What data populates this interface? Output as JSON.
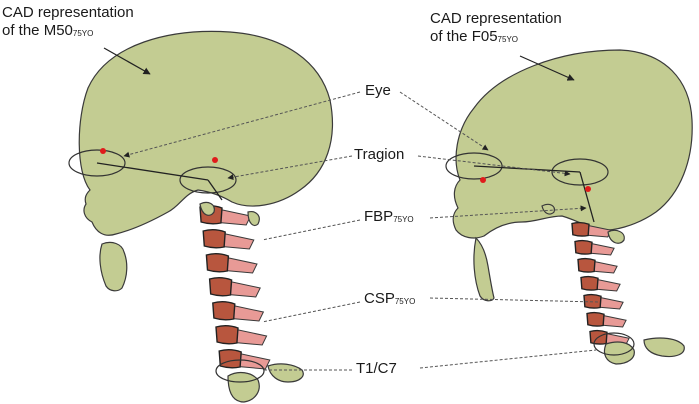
{
  "colors": {
    "skull_fill": "#c3cc92",
    "skull_stroke": "#3a3a3a",
    "vertebra_fill": "#b8563e",
    "disc_fill": "#e89a96",
    "landmark_dot": "#e01b1b",
    "leader_line": "#555555"
  },
  "left_model": {
    "caption_line1": "CAD representation",
    "caption_line2_main": "of the M50",
    "caption_line2_sub": "75YO"
  },
  "right_model": {
    "caption_line1": "CAD representation",
    "caption_line2_main": "of the F05",
    "caption_line2_sub": "75YO"
  },
  "labels": {
    "eye": "Eye",
    "tragion": "Tragion",
    "fbp_main": "FBP",
    "fbp_sub": "75YO",
    "csp_main": "CSP",
    "csp_sub": "75YO",
    "t1c7": "T1/C7"
  }
}
